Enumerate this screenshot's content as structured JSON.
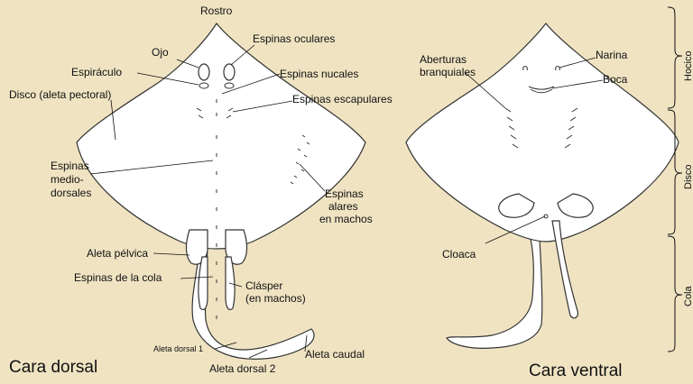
{
  "colors": {
    "background": "#efe3c2",
    "body_fill": "#ffffff",
    "outline": "#333333",
    "text": "#111111"
  },
  "dorsal": {
    "caption": "Cara dorsal",
    "labels": {
      "rostro": "Rostro",
      "ojo": "Ojo",
      "espinas_oculares": "Espinas oculares",
      "espiraculo": "Espiráculo",
      "espinas_nucales": "Espinas nucales",
      "disco_aleta_pectoral": "Disco (aleta pectoral)",
      "espinas_escapulares": "Espinas escapulares",
      "espinas_mediodorsales": [
        "Espinas",
        "medio-",
        "dorsales"
      ],
      "espinas_alares": [
        "Espinas",
        "alares",
        "en machos"
      ],
      "aleta_pelvica": "Aleta pélvica",
      "espinas_cola": "Espinas de la cola",
      "clasper": [
        "Clásper",
        "(en machos)"
      ],
      "aleta_dorsal_1": "Aleta dorsal 1",
      "aleta_caudal": "Aleta caudal",
      "aleta_dorsal_2": "Aleta dorsal 2"
    }
  },
  "ventral": {
    "caption": "Cara ventral",
    "labels": {
      "aberturas_branquiales": [
        "Aberturas",
        "branquiales"
      ],
      "narina": "Narina",
      "boca": "Boca",
      "cloaca": "Cloaca"
    }
  },
  "regions": {
    "hocico": "Hocico",
    "disco": "Disco",
    "cola": "Cola"
  }
}
